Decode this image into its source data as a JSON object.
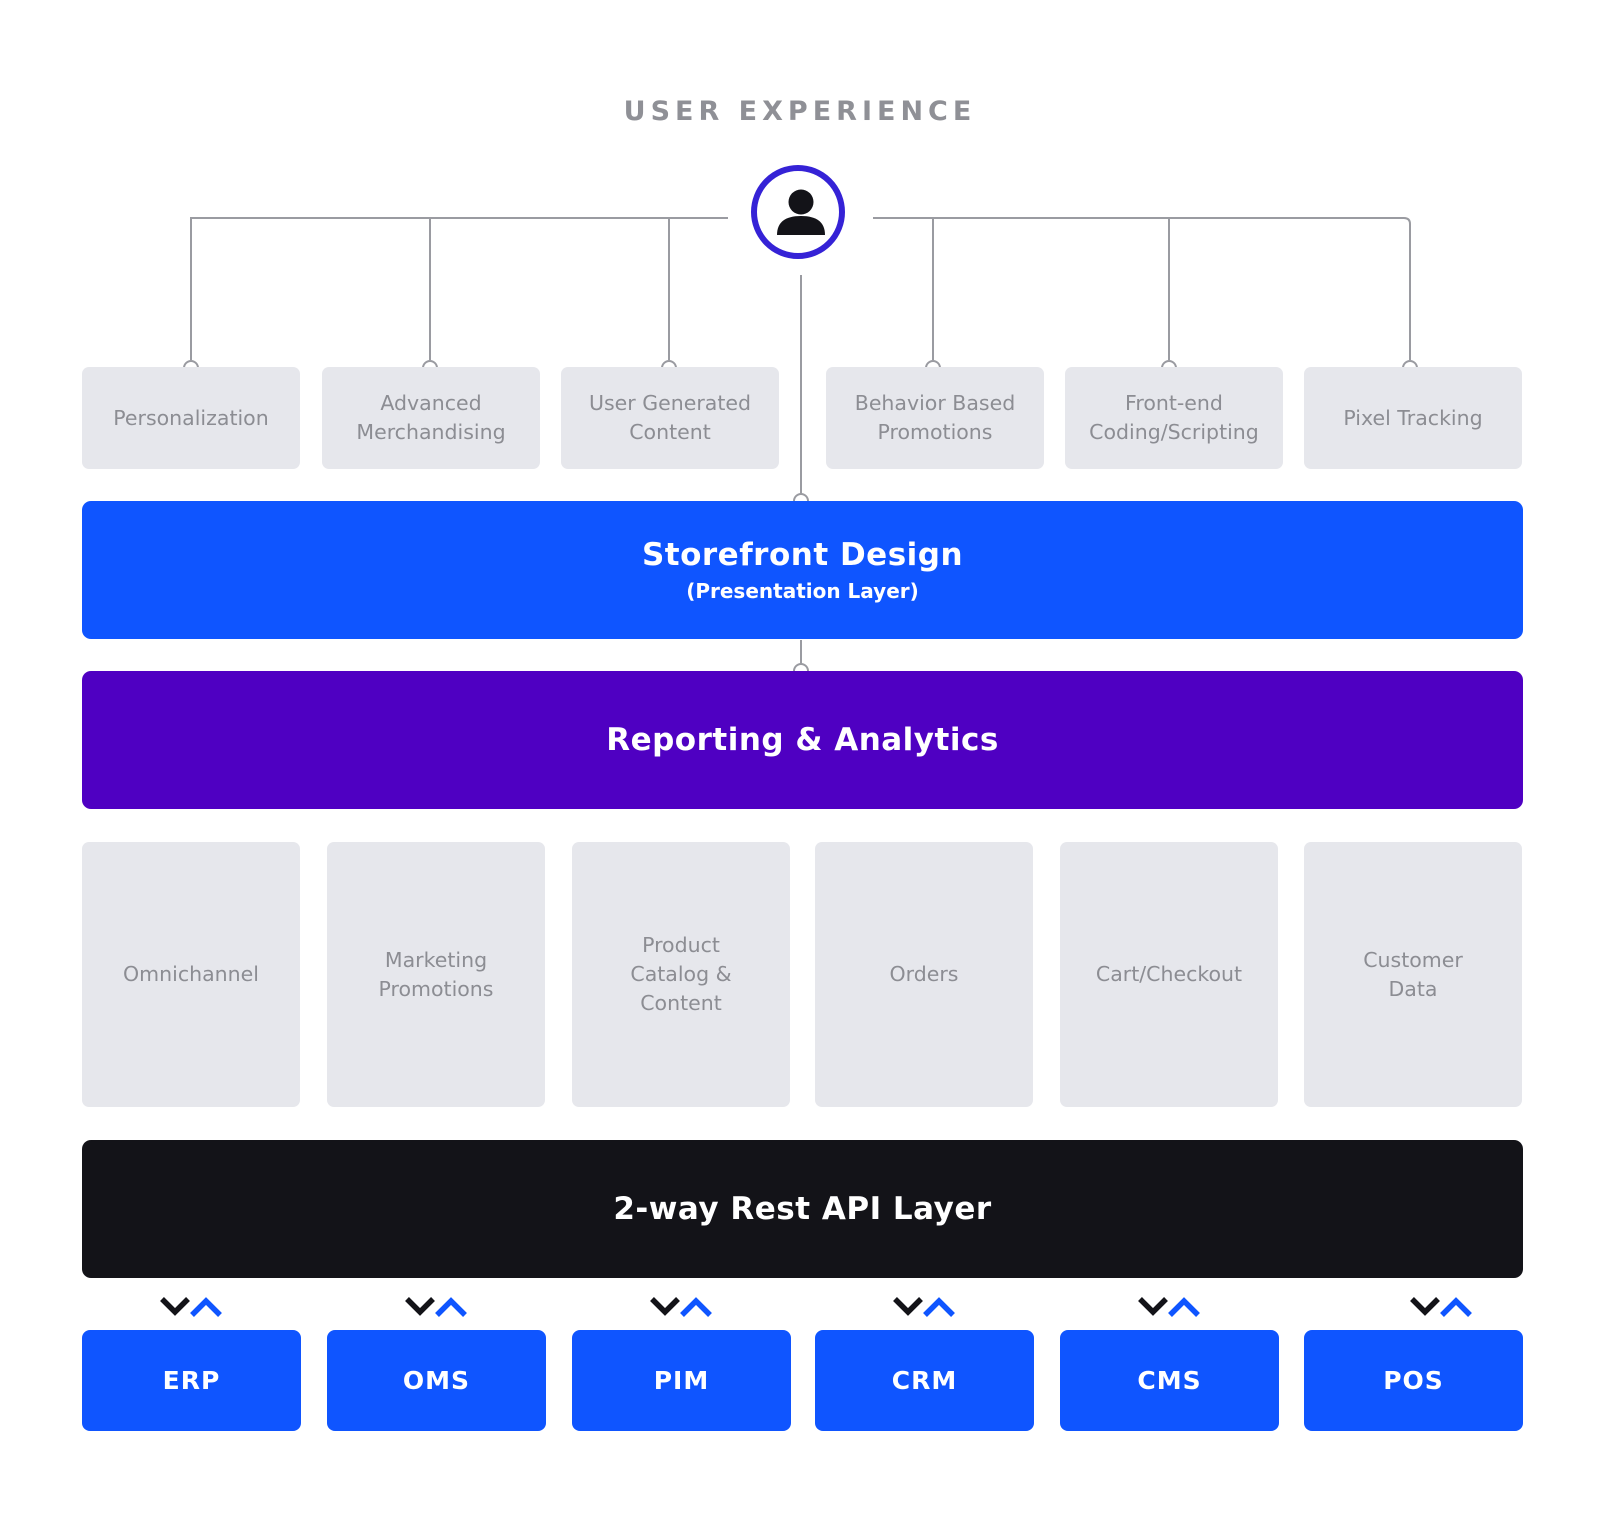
{
  "header": {
    "title": "USER EXPERIENCE"
  },
  "colors": {
    "accent_blue": "#0f55ff",
    "accent_purple": "#4f00c2",
    "dark": "#131318",
    "box_gray": "#e6e7ec",
    "connector_gray": "#9a9ba1"
  },
  "top_features": [
    {
      "label": "Personalization"
    },
    {
      "label": "Advanced\nMerchandising"
    },
    {
      "label": "User Generated\nContent"
    },
    {
      "label": "Behavior Based\nPromotions"
    },
    {
      "label": "Front-end\nCoding/Scripting"
    },
    {
      "label": "Pixel Tracking"
    }
  ],
  "storefront": {
    "title": "Storefront Design",
    "subtitle": "(Presentation Layer)"
  },
  "analytics": {
    "title": "Reporting & Analytics"
  },
  "modules": [
    {
      "label": "Omnichannel"
    },
    {
      "label": "Marketing\nPromotions"
    },
    {
      "label": "Product\nCatalog &\nContent"
    },
    {
      "label": "Orders"
    },
    {
      "label": "Cart/Checkout"
    },
    {
      "label": "Customer\nData"
    }
  ],
  "api": {
    "title": "2-way Rest API Layer"
  },
  "systems": [
    {
      "label": "ERP"
    },
    {
      "label": "OMS"
    },
    {
      "label": "PIM"
    },
    {
      "label": "CRM"
    },
    {
      "label": "CMS"
    },
    {
      "label": "POS"
    }
  ],
  "icons": {
    "user": "user-icon",
    "connector_arrows": "down-up-arrows-icon"
  }
}
